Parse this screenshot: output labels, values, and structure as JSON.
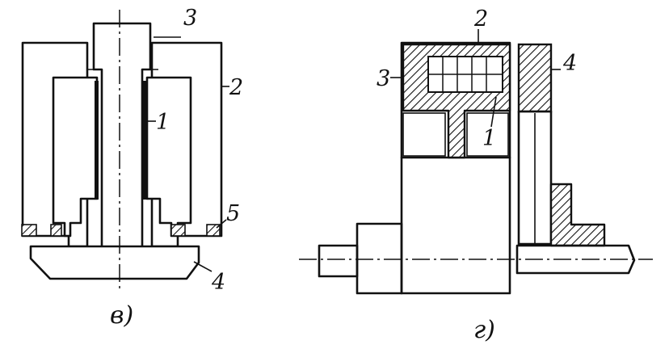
{
  "figure_v": {
    "caption": "в)",
    "labels": {
      "l1": "1",
      "l2": "2",
      "l3": "3",
      "l4": "4",
      "l5": "5"
    }
  },
  "figure_g": {
    "caption": "г)",
    "labels": {
      "l1": "1",
      "l2": "2",
      "l3": "3",
      "l4": "4"
    }
  }
}
